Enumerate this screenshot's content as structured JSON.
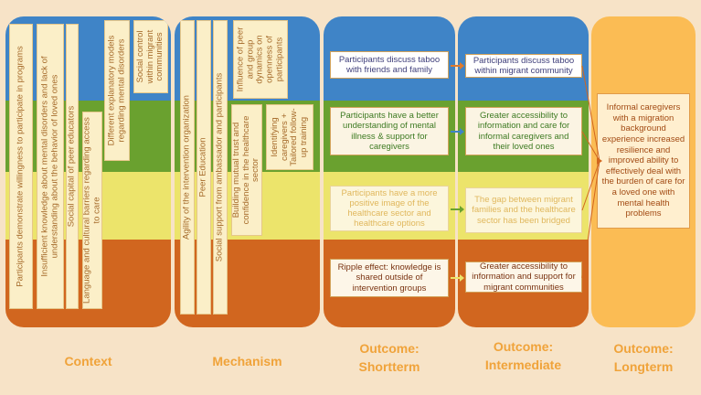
{
  "context": {
    "items": [
      "Participants demonstrate willingness to participate in programs",
      "Insufficient knowledge about mental disorders and lack of understanding about the behavior of loved ones",
      "Social capital of peer educators",
      "Language and cultural barriers regarding access to care",
      "Different explanatory models regarding mental disorders",
      "Social control within migrant communities"
    ],
    "label": "Context"
  },
  "mechanism": {
    "items": [
      "Agility of the intervention organization",
      "Peer Education",
      "Social support from ambassador and participants",
      "Building mutual trust and confidence in the healthcare sector",
      "Identifying caregivers + Tailored follow-up training",
      "Influence of peer and group dynamics on openness of participants"
    ],
    "label": "Mechanism"
  },
  "shortterm": {
    "items": [
      "Participants discuss taboo with friends and family",
      "Participants have a better understanding of mental illness & support for caregivers",
      "Participants have a more positive image of the healthcare sector and healthcare options",
      "Ripple effect: knowledge is shared outside of intervention groups"
    ],
    "label_line1": "Outcome:",
    "label_line2": "Shortterm"
  },
  "intermediate": {
    "items": [
      "Participants discuss taboo within migrant community",
      "Greater accessibility to information and care for informal caregivers and their loved ones",
      "The gap between migrant families and the healthcare sector has been bridged",
      "Greater accessibility to information and support for migrant communities"
    ],
    "label_line1": "Outcome:",
    "label_line2": "Intermediate"
  },
  "longterm": {
    "text": "Informal caregivers with a migration background experience increased resilience and improved ability to effectively deal with the burden of care for a loved one with mental health problems",
    "label_line1": "Outcome:",
    "label_line2": "Longterm"
  },
  "colors": {
    "blue": "#3f84c7",
    "green": "#6aa12f",
    "yellow": "#ece46b",
    "orange": "#d1661f",
    "longterm": "#fbbc54",
    "label": "#f0a33a"
  }
}
